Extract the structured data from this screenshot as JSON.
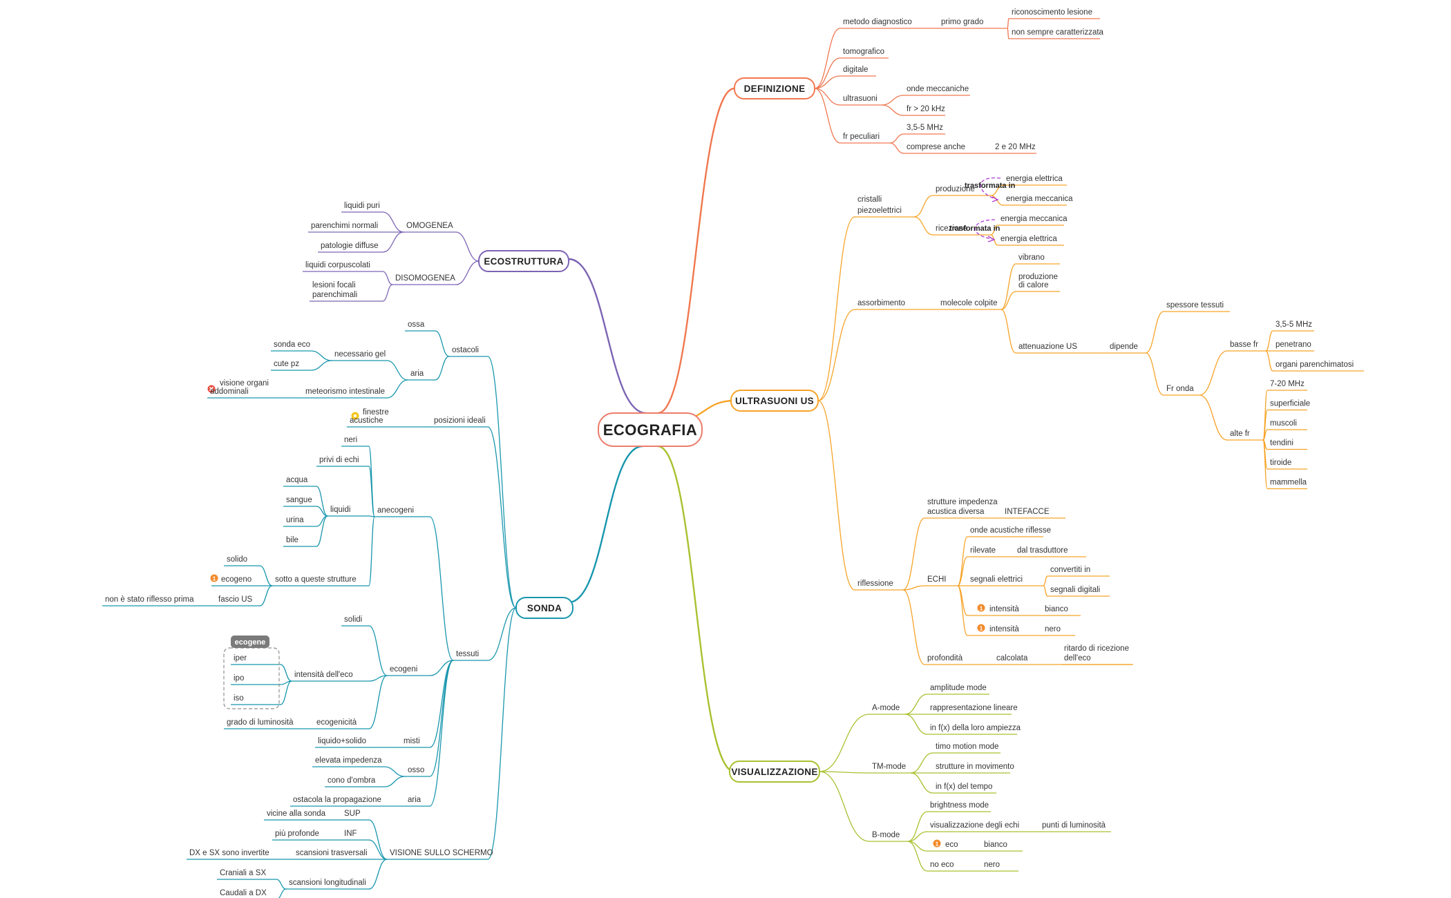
{
  "root": "ECOGRAFIA",
  "colors": {
    "definizione": "#f0774f",
    "ultrasuoni": "#f7a328",
    "visualizzazione": "#a8c12f",
    "sonda": "#1796ad",
    "ecostruttura": "#7b63b3",
    "root_border": "#ec7d6c",
    "relation": "#b03ad6",
    "marker_orange": "#f28b2b",
    "marker_red": "#e84a3d",
    "marker_yellow": "#f5c518",
    "label_box": "#7a7a7a"
  },
  "branches": {
    "definizione": {
      "label": "DEFINIZIONE",
      "metodo_diagnostico": "metodo diagnostico",
      "primo_grado": "primo grado",
      "riconoscimento_lesione": "riconoscimento lesione",
      "non_sempre": "non sempre caratterizzata",
      "tomografico": "tomografico",
      "digitale": "digitale",
      "ultrasuoni": "ultrasuoni",
      "onde_meccaniche": "onde meccaniche",
      "fr_20khz": "fr > 20 kHz",
      "fr_peculiari": "fr peculiari",
      "f_35_5": "3,5-5 MHz",
      "comprese_anche": "comprese anche",
      "f_2_20": "2 e 20 MHz"
    },
    "ultrasuoni": {
      "label": "ULTRASUONI US",
      "cristalli": "cristalli",
      "piezoelettrici": "piezoelettrici",
      "produzione": "produzione",
      "en_elettrica_1": "energia elettrica",
      "en_meccanica_1": "energia meccanica",
      "ricezione": "ricezione",
      "en_meccanica_2": "energia meccanica",
      "en_elettrica_2": "energia elettrica",
      "trasformata_1": "trasformata in",
      "trasformata_2": "trasformata in",
      "assorbimento": "assorbimento",
      "molecole_colpite": "molecole colpite",
      "vibrano": "vibrano",
      "produzione_calore_1": "produzione",
      "produzione_calore_2": "di calore",
      "attenuazione": "attenuazione US",
      "dipende": "dipende",
      "spessore_tessuti": "spessore tessuti",
      "fr_onda": "Fr onda",
      "basse_fr": "basse fr",
      "b_35_5": "3,5-5 MHz",
      "penetrano": "penetrano",
      "organi_parenchimatosi": "organi parenchimatosi",
      "alte_fr": "alte fr",
      "a_7_20": "7-20 MHz",
      "superficiale": "superficiale",
      "muscoli": "muscoli",
      "tendini": "tendini",
      "tiroide": "tiroide",
      "mammella": "mammella",
      "riflessione": "riflessione",
      "strutture_1": "strutture impedenza",
      "strutture_2": "acustica diversa",
      "interfacce": "INTEFACCE",
      "echi": "ECHI",
      "onde_riflesse": "onde acustiche riflesse",
      "rilevate": "rilevate",
      "dal_trasduttore": "dal trasduttore",
      "segnali_elettrici": "segnali elettrici",
      "convertiti_in": "convertiti in",
      "segnali_digitali": "segnali digitali",
      "intensita_1": "intensità",
      "bianco_1": "bianco",
      "intensita_2": "intensità",
      "nero_1": "nero",
      "profondita": "profondità",
      "calcolata": "calcolata",
      "ritardo_1": "ritardo di ricezione",
      "ritardo_2": "dell'eco"
    },
    "visualizzazione": {
      "label": "VISUALIZZAZIONE",
      "a_mode": "A-mode",
      "amplitude_mode": "amplitude mode",
      "rappresentazione": "rappresentazione lineare",
      "in_fx_ampiezza": "in f(x) della loro ampiezza",
      "tm_mode": "TM-mode",
      "timo_motion": "timo motion mode",
      "strutture_movimento": "strutture in movimento",
      "in_fx_tempo": "in f(x) del tempo",
      "b_mode": "B-mode",
      "brightness": "brightness mode",
      "visualizzazione_echi": "visualizzazione degli echi",
      "punti_luminosita": "punti di luminosità",
      "eco": "eco",
      "bianco_2": "bianco",
      "no_eco": "no eco",
      "nero_2": "nero"
    },
    "ecostruttura": {
      "label": "ECOSTRUTTURA",
      "omogenea": "OMOGENEA",
      "liquidi_puri": "liquidi puri",
      "parenchimi_normali": "parenchimi normali",
      "patologie_diffuse": "patologie diffuse",
      "disomogenea": "DISOMOGENEA",
      "liquidi_corpuscolati": "liquidi corpuscolati",
      "lesioni_1": "lesioni focali",
      "lesioni_2": "parenchimali"
    },
    "sonda": {
      "label": "SONDA",
      "ostacoli": "ostacoli",
      "ossa": "ossa",
      "aria": "aria",
      "necessario_gel": "necessario gel",
      "sonda_eco": "sonda eco",
      "cute_pz": "cute pz",
      "meteorismo": "meteorismo intestinale",
      "visione_1": "visione organi",
      "visione_2": "addominali",
      "posizioni_ideali": "posizioni ideali",
      "finestre_1": "finestre",
      "finestre_2": "acustiche",
      "tessuti": "tessuti",
      "anecogeni": "anecogeni",
      "neri": "neri",
      "privi_echi": "privi di echi",
      "liquidi": "liquidi",
      "acqua": "acqua",
      "sangue": "sangue",
      "urina": "urina",
      "bile": "bile",
      "sotto_strutture": "sotto a queste strutture",
      "solido": "solido",
      "ecogeno": "ecogeno",
      "fascio_us": "fascio US",
      "non_riflesso": "non è stato riflesso prima",
      "ecogeni": "ecogeni",
      "solidi": "solidi",
      "intensita_eco": "intensità dell'eco",
      "ecogene_box": "ecogene",
      "iper": "iper",
      "ipo": "ipo",
      "iso": "iso",
      "ecogenicita": "ecogenicità",
      "grado_luminosita": "grado di luminosità",
      "misti": "misti",
      "liquido_solido": "liquido+solido",
      "osso": "osso",
      "elevata_impedenza": "elevata impedenza",
      "cono_ombra": "cono d'ombra",
      "aria_t": "aria",
      "ostacola": "ostacola la propagazione",
      "visione_schermo": "VISIONE SULLO SCHERMO",
      "sup": "SUP",
      "vicine_sonda": "vicine alla sonda",
      "inf": "INF",
      "piu_profonde": "più profonde",
      "scansioni_trasversali": "scansioni trasversali",
      "dx_sx": "DX e SX sono invertite",
      "scansioni_longitudinali": "scansioni longitudinali",
      "craniali": "Craniali a SX",
      "caudali": "Caudali a DX"
    }
  }
}
